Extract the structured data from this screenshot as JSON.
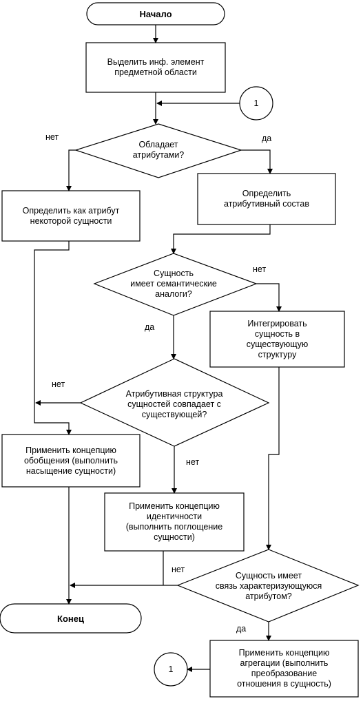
{
  "diagram": {
    "start": "Начало",
    "select_element": "Выделить инф. элемент\nпредметной области",
    "connector_top": "1",
    "has_attributes": "Обладает\nатрибутами?",
    "define_as_attribute": "Определить как атрибут\nнекоторой сущности",
    "define_attribute_set": "Определить\nатрибутивный состав",
    "has_semantic_analogs": "Сущность\nимеет семантические\nаналоги?",
    "integrate_entity": "Интегрировать\nсущность в\nсуществующую\nструктуру",
    "structure_matches": "Атрибутивная структура\nсущностей совпадает с\nсуществующей?",
    "apply_generalization": "Применить концепцию\nобобщения (выполнить\nнасыщение сущности)",
    "apply_identity": "Применить концепцию\nидентичности\n(выполнить поглощение\nсущности)",
    "has_characterizing_link": "Сущность имеет\nсвязь характеризующуюся\nатрибутом?",
    "end": "Конец",
    "apply_aggregation": "Применить концепцию\nагрегации (выполнить\nпреобразование\nотношения в сущность)",
    "connector_bottom": "1",
    "labels": {
      "no_has_attributes": "нет",
      "yes_has_attributes": "да",
      "no_semantic": "нет",
      "yes_semantic": "да",
      "no_structure": "нет",
      "yes_structure": "нет",
      "no_link": "нет",
      "yes_link": "да"
    }
  }
}
